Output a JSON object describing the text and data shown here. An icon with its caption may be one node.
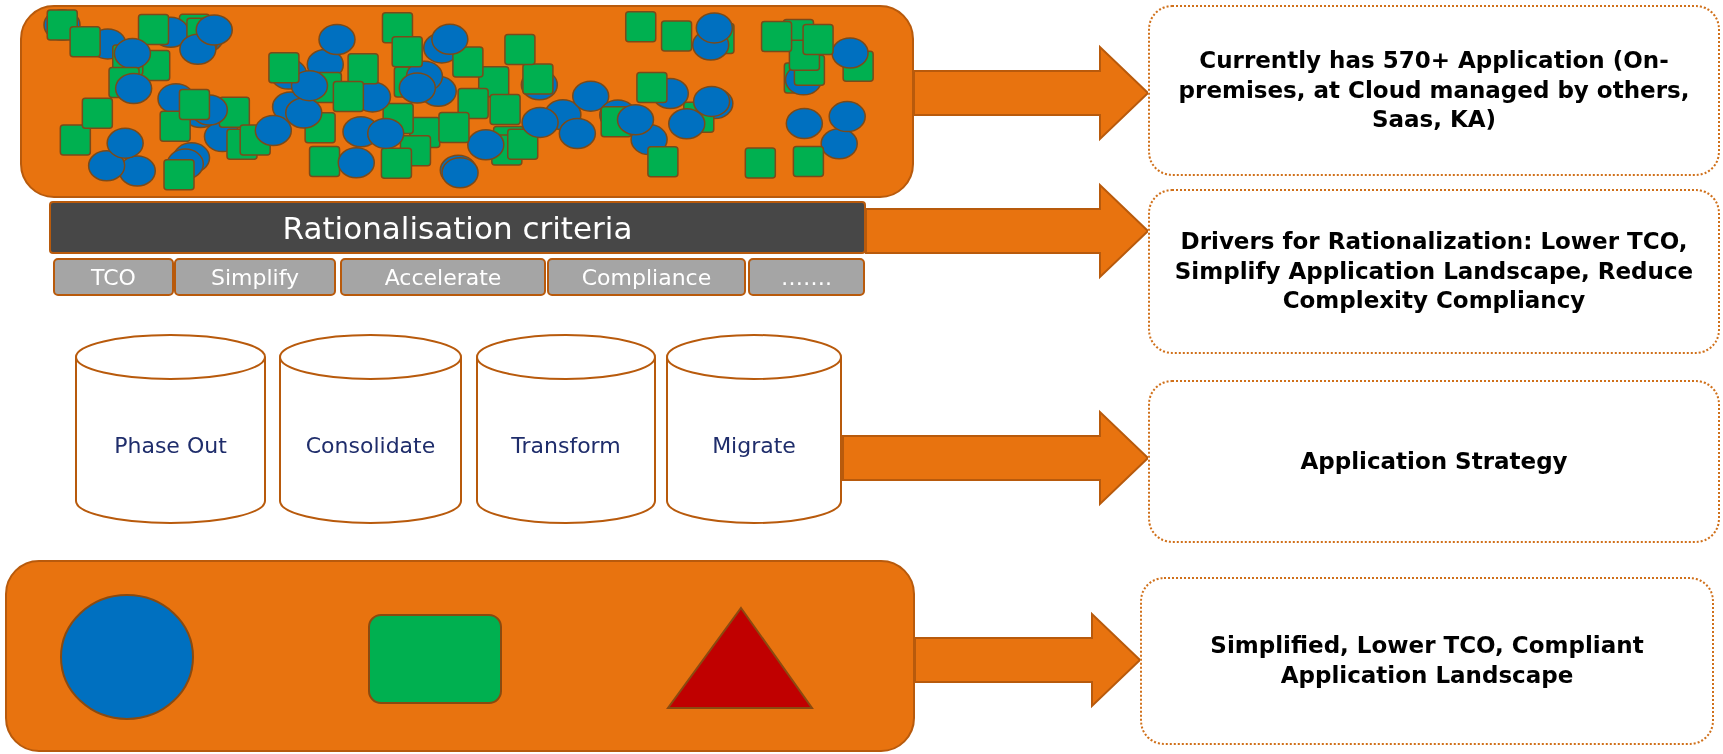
{
  "diagram": {
    "nodes": [
      {
        "text": [],
        "shape": "box"
      },
      {
        "text": [
          "Rationalisation criteria"
        ]
      },
      {
        "text": [
          "TCO"
        ]
      },
      {
        "text": [
          "Simplify"
        ]
      },
      {
        "text": [
          "Accelerate"
        ]
      },
      {
        "text": [
          "Compliance"
        ]
      },
      {
        "text": [
          "……."
        ]
      },
      {
        "text": [
          "Phase Out"
        ]
      },
      {
        "text": [
          "Consolidate"
        ]
      },
      {
        "text": [
          "Transform"
        ]
      },
      {
        "text": [
          "Migrate"
        ]
      },
      {
        "text": [],
        "shape": "box"
      },
      {
        "text": [
          "Currently has 570+ Application (On-premises, at Cloud managed by others, Saas, KA)"
        ]
      },
      {
        "text": [
          "Drivers for Rationalization: Lower TCO, Simplify Application Landscape, Reduce Complexity Compliancy"
        ]
      },
      {
        "text": [
          "Application Strategy"
        ]
      },
      {
        "text": [
          "Simplified, Lower TCO, Compliant Application Landscape"
        ]
      }
    ],
    "edges": [
      {
        "from": 0,
        "to": 12,
        "arrow": "to",
        "style": "thick"
      },
      {
        "from": 1,
        "to": 13,
        "arrow": "to",
        "style": "thick"
      },
      {
        "from": 10,
        "to": 14,
        "arrow": "to",
        "style": "thick"
      },
      {
        "from": 11,
        "to": 15,
        "arrow": "to",
        "style": "thick"
      }
    ]
  }
}
